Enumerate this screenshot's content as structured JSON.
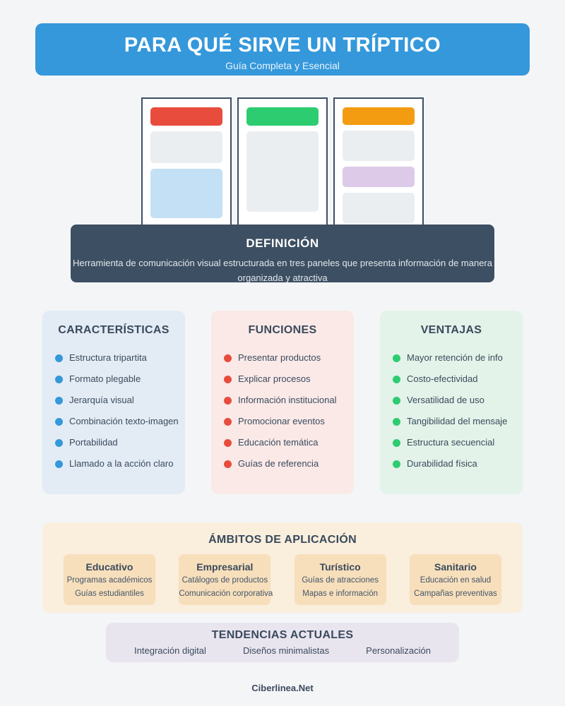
{
  "header": {
    "title": "PARA QUÉ SIRVE UN TRÍPTICO",
    "subtitle": "Guía Completa y Esencial"
  },
  "trifold": {
    "panels": [
      {
        "accent_color": "#e74c3c",
        "blocks": [
          "accent",
          "grey",
          "blue"
        ]
      },
      {
        "accent_color": "#2ecc71",
        "blocks": [
          "accent",
          "grey-tall"
        ]
      },
      {
        "accent_color": "#f39c12",
        "blocks": [
          "accent",
          "grey",
          "lavender",
          "grey"
        ]
      }
    ]
  },
  "definition": {
    "title": "DEFINICIÓN",
    "text": "Herramienta de comunicación visual estructurada en tres paneles que presenta información de manera organizada y atractiva"
  },
  "columns": [
    {
      "title": "CARACTERÍSTICAS",
      "accent": "#3498db",
      "items": [
        "Estructura tripartita",
        "Formato plegable",
        "Jerarquía visual",
        "Combinación texto-imagen",
        "Portabilidad",
        "Llamado a la acción claro"
      ]
    },
    {
      "title": "FUNCIONES",
      "accent": "#e74c3c",
      "items": [
        "Presentar productos",
        "Explicar procesos",
        "Información institucional",
        "Promocionar eventos",
        "Educación temática",
        "Guías de referencia"
      ]
    },
    {
      "title": "VENTAJAS",
      "accent": "#2ecc71",
      "items": [
        "Mayor retención de info",
        "Costo-efectividad",
        "Versatilidad de uso",
        "Tangibilidad del mensaje",
        "Estructura secuencial",
        "Durabilidad física"
      ]
    }
  ],
  "ambitos": {
    "title": "ÁMBITOS DE APLICACIÓN",
    "cards": [
      {
        "title": "Educativo",
        "items": [
          "Programas académicos",
          "Guías estudiantiles"
        ]
      },
      {
        "title": "Empresarial",
        "items": [
          "Catálogos de productos",
          "Comunicación corporativa"
        ]
      },
      {
        "title": "Turístico",
        "items": [
          "Guías de atracciones",
          "Mapas e información"
        ]
      },
      {
        "title": "Sanitario",
        "items": [
          "Educación en salud",
          "Campañas preventivas"
        ]
      }
    ]
  },
  "tendencias": {
    "title": "TENDENCIAS ACTUALES",
    "items": [
      "Integración digital",
      "Diseños minimalistas",
      "Personalización"
    ]
  },
  "footer": {
    "brand": "Ciberlinea.Net"
  }
}
